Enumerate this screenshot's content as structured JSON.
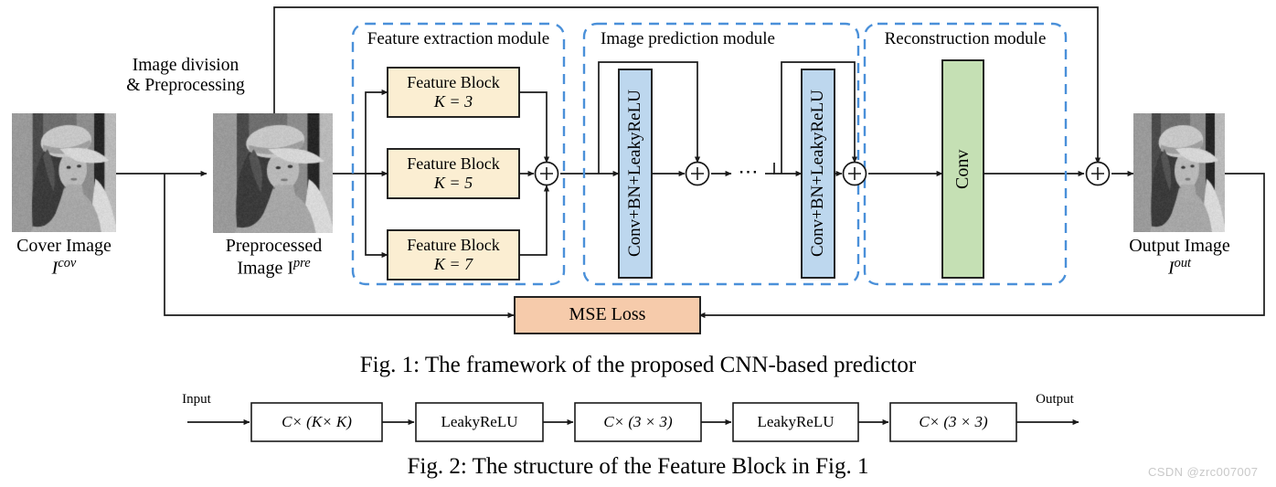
{
  "figure1": {
    "caption": "Fig. 1: The framework of the proposed CNN-based predictor",
    "annotation": {
      "line1": "Image division",
      "line2": "& Preprocessing"
    },
    "images": [
      {
        "name": "cover-image",
        "label_line1": "Cover Image",
        "label_base": "I",
        "label_sup": "cov"
      },
      {
        "name": "preprocessed-image",
        "label_line1": "Preprocessed",
        "label_base": "Image I",
        "label_sup": "pre"
      },
      {
        "name": "output-image",
        "label_line1": "Output Image",
        "label_base": "I",
        "label_sup": "out"
      }
    ],
    "modules": [
      {
        "title": "Feature extraction module"
      },
      {
        "title": "Image prediction module"
      },
      {
        "title": "Reconstruction module"
      }
    ],
    "feature_blocks": [
      {
        "line1": "Feature Block",
        "line2": "K = 3"
      },
      {
        "line1": "Feature Block",
        "line2": "K = 5"
      },
      {
        "line1": "Feature Block",
        "line2": "K = 7"
      }
    ],
    "prediction_blocks": [
      {
        "label": "Conv+BN+LeakyReLU"
      },
      {
        "label": "Conv+BN+LeakyReLU"
      }
    ],
    "ellipsis": "⋯",
    "reconstruction_block": {
      "label": "Conv"
    },
    "loss_block": {
      "label": "MSE Loss"
    },
    "adders": [
      {
        "name": "adder-feature-extraction",
        "symbol": "+"
      },
      {
        "name": "adder-prediction-1",
        "symbol": "+"
      },
      {
        "name": "adder-prediction-2",
        "symbol": "+"
      },
      {
        "name": "adder-global-skip",
        "symbol": "+"
      }
    ]
  },
  "figure2": {
    "caption": "Fig. 2: The structure of the Feature Block in Fig. 1",
    "input_label": "Input",
    "output_label": "Output",
    "blocks": [
      {
        "text": "C× (K× K)",
        "style": "italic"
      },
      {
        "text": "LeakyReLU",
        "style": "normal"
      },
      {
        "text": "C× (3 × 3)",
        "style": "italic"
      },
      {
        "text": "LeakyReLU",
        "style": "normal"
      },
      {
        "text": "C× (3 × 3)",
        "style": "italic"
      }
    ]
  },
  "watermark": "CSDN @zrc007007",
  "colors": {
    "feature_block_fill": "#fbeed2",
    "prediction_block_fill": "#bdd7ee",
    "reconstruction_block_fill": "#c5e0b4",
    "loss_block_fill": "#f6cbab",
    "module_dash_stroke": "#4a90d9",
    "line_stroke": "#1a1a1a",
    "background": "#ffffff"
  }
}
